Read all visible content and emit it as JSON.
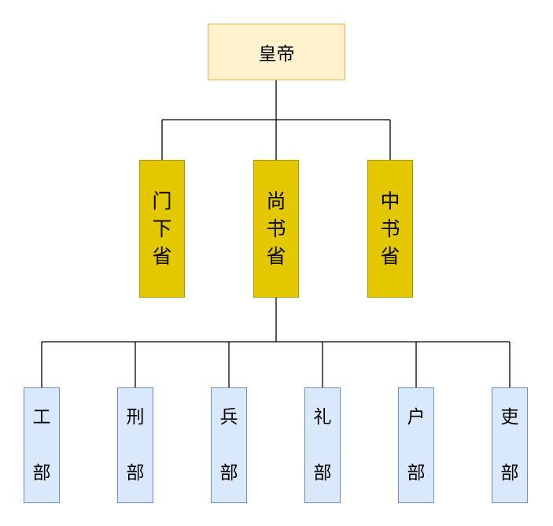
{
  "root": {
    "label": "皇帝"
  },
  "sheng": [
    {
      "chars": [
        "门",
        "下",
        "省"
      ]
    },
    {
      "chars": [
        "尚",
        "书",
        "省"
      ]
    },
    {
      "chars": [
        "中",
        "书",
        "省"
      ]
    }
  ],
  "bu": [
    {
      "chars": [
        "工",
        "部"
      ]
    },
    {
      "chars": [
        "刑",
        "部"
      ]
    },
    {
      "chars": [
        "兵",
        "部"
      ]
    },
    {
      "chars": [
        "礼",
        "部"
      ]
    },
    {
      "chars": [
        "户",
        "部"
      ]
    },
    {
      "chars": [
        "吏",
        "部"
      ]
    }
  ],
  "colors": {
    "root_fill": "#fff2cc",
    "root_border": "#d6b656",
    "sheng_fill": "#e3c800",
    "sheng_border": "#b09500",
    "bu_fill": "#dae8fc",
    "bu_border": "#6c8ebf",
    "line": "#000000"
  }
}
